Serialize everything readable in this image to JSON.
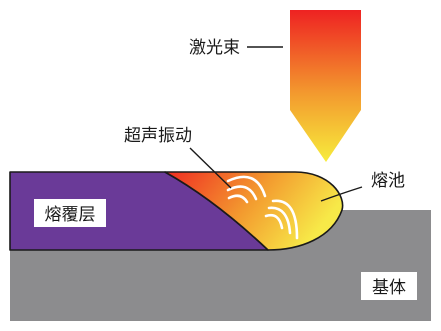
{
  "labels": {
    "laser_beam": "激光束",
    "ultrasonic_vibration": "超声振动",
    "molten_pool": "熔池",
    "cladding_layer": "熔覆层",
    "substrate": "基体"
  },
  "colors": {
    "substrate": "#8c8c8e",
    "cladding_layer": "#6a3a98",
    "beam_top": "#ee2222",
    "beam_bottom": "#f7ec3c",
    "pool_hot": "#ef2b22",
    "pool_cool": "#f7e948",
    "outline": "#1a1a1a",
    "waves": "#ffffff"
  }
}
